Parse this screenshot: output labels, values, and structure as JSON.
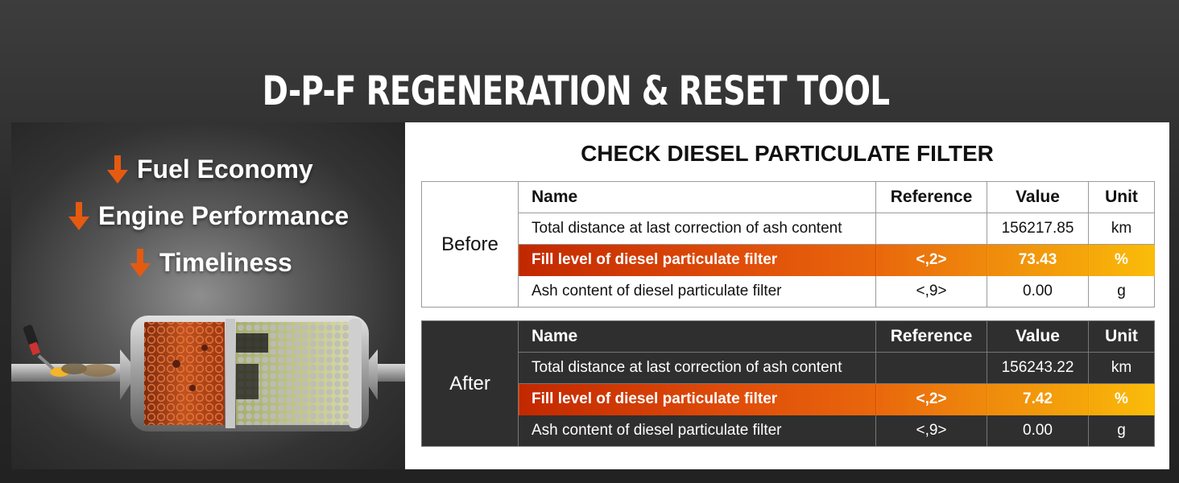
{
  "header": {
    "title": "D-P-F REGENERATION & RESET TOOL"
  },
  "benefits": [
    {
      "label": "Fuel Economy",
      "icon": "down-arrow-icon"
    },
    {
      "label": "Engine Performance",
      "icon": "down-arrow-icon"
    },
    {
      "label": "Timeliness",
      "icon": "down-arrow-icon"
    }
  ],
  "panel": {
    "title": "CHECK DIESEL PARTICULATE FILTER",
    "columns": [
      "Name",
      "Reference",
      "Value",
      "Unit"
    ],
    "before": {
      "label": "Before",
      "rows": [
        {
          "name": "Total distance at last correction of ash content",
          "reference": "",
          "value": "156217.85",
          "unit": "km"
        },
        {
          "name": "Fill level of diesel particulate filter",
          "reference": "<,2>",
          "value": "73.43",
          "unit": "%"
        },
        {
          "name": "Ash content of diesel particulate filter",
          "reference": "<,9>",
          "value": "0.00",
          "unit": "g"
        }
      ]
    },
    "after": {
      "label": "After",
      "rows": [
        {
          "name": "Total distance at last correction of ash content",
          "reference": "",
          "value": "156243.22",
          "unit": "km"
        },
        {
          "name": "Fill level of diesel particulate filter",
          "reference": "<,2>",
          "value": "7.42",
          "unit": "%"
        },
        {
          "name": "Ash content of diesel particulate filter",
          "reference": "<,9>",
          "value": "0.00",
          "unit": "g"
        }
      ]
    }
  },
  "colors": {
    "accent": "#e9670c",
    "highlight_start": "#c22800",
    "highlight_end": "#fbbd0a"
  }
}
